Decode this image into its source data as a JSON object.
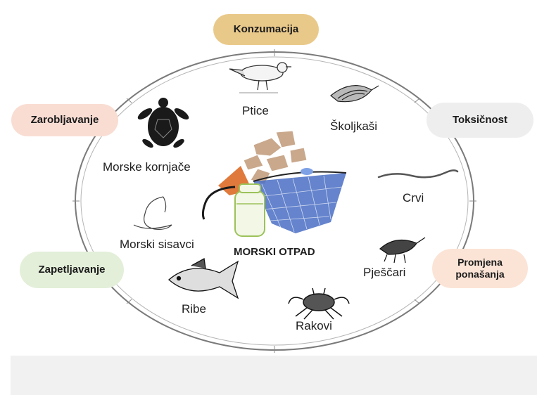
{
  "impacts": {
    "consumption": "Konzumacija",
    "toxicity": "Toksičnost",
    "behavior_change_line1": "Promjena",
    "behavior_change_line2": "ponašanja",
    "entrapment": "Zarobljavanje",
    "entanglement": "Zapetljavanje"
  },
  "center": {
    "label": "MORSKI OTPAD"
  },
  "organisms": {
    "birds": "Ptice",
    "shellfish": "Školjkaši",
    "worms": "Crvi",
    "amphipods": "Pješčari",
    "crabs": "Rakovi",
    "fish": "Ribe",
    "marine_mammals": "Morski sisavci",
    "sea_turtles": "Morske kornjače"
  },
  "colors": {
    "consumption": "#e9c98a",
    "toxicity": "#eeeeee",
    "behavior_change": "#fbe4d6",
    "entrapment": "#f9ddd3",
    "entanglement": "#e3efd9",
    "net": "#4a6fc4",
    "plastic": "#e07a3c"
  }
}
